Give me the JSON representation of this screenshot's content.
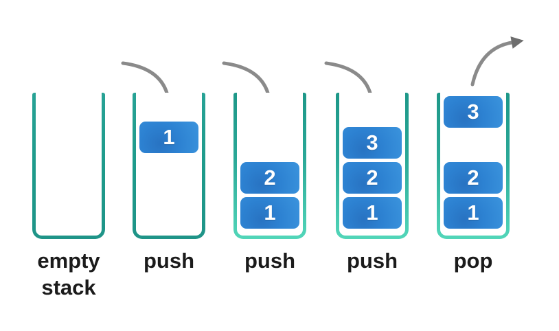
{
  "diagram": {
    "name": "stack push pop diagram",
    "stages": [
      {
        "label": "empty stack",
        "operation": "none",
        "blocks": []
      },
      {
        "label": "push",
        "operation": "push",
        "blocks": [
          "1"
        ]
      },
      {
        "label": "push",
        "operation": "push",
        "blocks": [
          "2",
          "1"
        ]
      },
      {
        "label": "push",
        "operation": "push",
        "blocks": [
          "3",
          "2",
          "1"
        ]
      },
      {
        "label": "pop",
        "operation": "pop",
        "blocks": [
          "3",
          "2",
          "1"
        ]
      }
    ],
    "colors": {
      "background": "#ffffff",
      "container_teal_dark": "#1d9a8a",
      "container_mint_light": "#52d6b9",
      "block_blue": "#2d82d2",
      "block_text": "#ffffff",
      "arrow_gray": "#8a8a8a",
      "label_color": "#1b1b1b"
    }
  }
}
